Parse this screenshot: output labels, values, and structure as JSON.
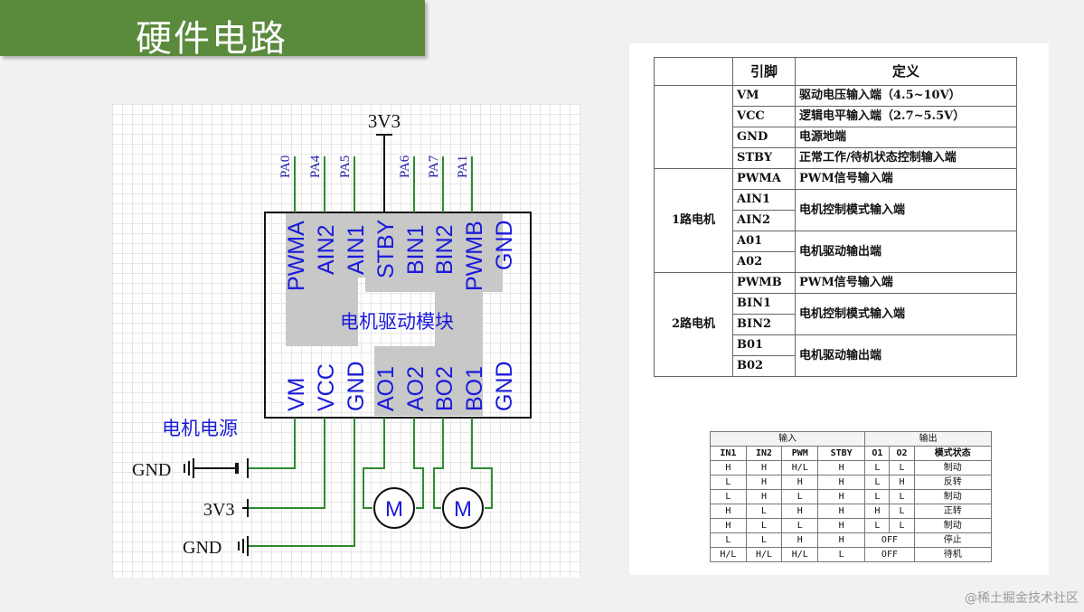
{
  "title": "硬件电路",
  "schematic": {
    "supply_label": "3V3",
    "top_pins": [
      "PWMA",
      "AIN2",
      "AIN1",
      "STBY",
      "BIN1",
      "BIN2",
      "PWMB",
      "GND"
    ],
    "top_nets": [
      "PA0",
      "PA4",
      "PA5",
      "",
      "PA6",
      "PA7",
      "PA1",
      ""
    ],
    "bottom_pins": [
      "VM",
      "VCC",
      "GND",
      "AO1",
      "AO2",
      "BO2",
      "BO1",
      "GND"
    ],
    "module_label": "电机驱动模块",
    "power_label": "电机电源",
    "gnd_label_1": "GND",
    "vcc_label": "3V3",
    "gnd_label_2": "GND",
    "motor_label": "M"
  },
  "pin_table": {
    "headers": [
      "",
      "引脚",
      "定义"
    ],
    "groups": [
      {
        "name": "",
        "rows": [
          {
            "pin": "VM",
            "def": "驱动电压输入端（4.5~10V）"
          },
          {
            "pin": "VCC",
            "def": "逻辑电平输入端（2.7~5.5V）"
          },
          {
            "pin": "GND",
            "def": "电源地端"
          },
          {
            "pin": "STBY",
            "def": "正常工作/待机状态控制输入端"
          }
        ]
      },
      {
        "name": "1路电机",
        "rows": [
          {
            "pin": "PWMA",
            "def": "PWM信号输入端"
          },
          {
            "pin": "AIN1",
            "def": "电机控制模式输入端"
          },
          {
            "pin": "AIN2",
            "def": ""
          },
          {
            "pin": "A01",
            "def": "电机驱动输出端"
          },
          {
            "pin": "A02",
            "def": ""
          }
        ]
      },
      {
        "name": "2路电机",
        "rows": [
          {
            "pin": "PWMB",
            "def": "PWM信号输入端"
          },
          {
            "pin": "BIN1",
            "def": "电机控制模式输入端"
          },
          {
            "pin": "BIN2",
            "def": ""
          },
          {
            "pin": "B01",
            "def": "电机驱动输出端"
          },
          {
            "pin": "B02",
            "def": ""
          }
        ]
      }
    ]
  },
  "mode_table": {
    "input_header": "输入",
    "output_header": "输出",
    "columns": [
      "IN1",
      "IN2",
      "PWM",
      "STBY",
      "O1",
      "O2",
      "模式状态"
    ],
    "rows": [
      [
        "H",
        "H",
        "H/L",
        "H",
        "L",
        "L",
        "制动"
      ],
      [
        "L",
        "H",
        "H",
        "H",
        "L",
        "H",
        "反转"
      ],
      [
        "L",
        "H",
        "L",
        "H",
        "L",
        "L",
        "制动"
      ],
      [
        "H",
        "L",
        "H",
        "H",
        "H",
        "L",
        "正转"
      ],
      [
        "H",
        "L",
        "L",
        "H",
        "L",
        "L",
        "制动"
      ],
      [
        "L",
        "L",
        "H",
        "H",
        "OFF",
        "",
        "停止"
      ],
      [
        "H/L",
        "H/L",
        "H/L",
        "L",
        "OFF",
        "",
        "待机"
      ]
    ]
  },
  "watermark": "@稀土掘金技术社区"
}
